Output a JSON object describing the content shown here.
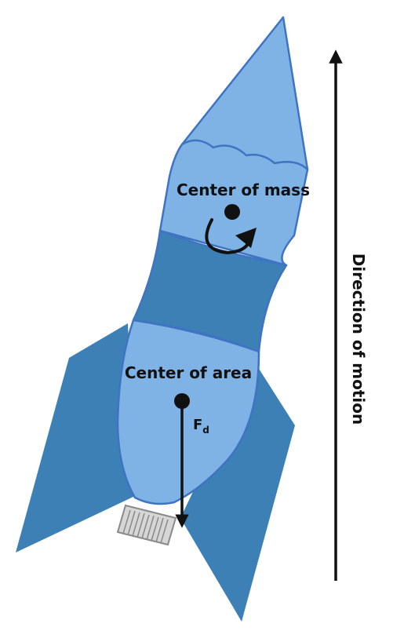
{
  "labels": {
    "center_of_mass": "Center of mass",
    "center_of_area": "Center of area",
    "force_symbol": "F",
    "force_subscript": "d",
    "direction": "Direction of motion"
  },
  "colors": {
    "light_blue": "#7FB3E6",
    "dark_blue": "#3C80B6",
    "outline": "#3E74C2",
    "cap_fill": "#D6D6D6",
    "cap_stroke": "#8A8A8A",
    "ink": "#111111"
  }
}
